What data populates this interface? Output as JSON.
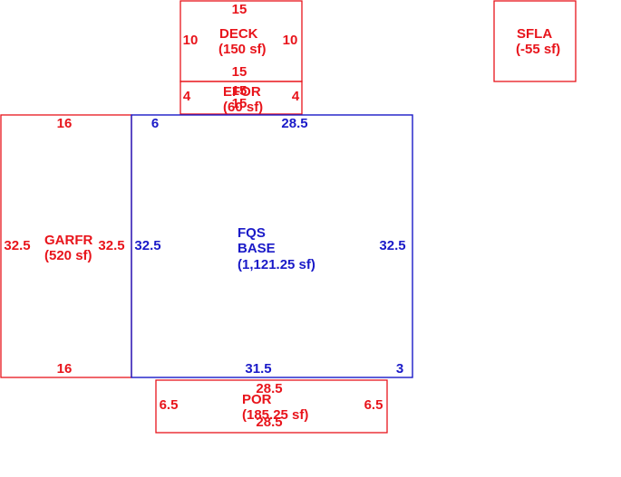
{
  "areas": {
    "deck": {
      "name": "DECK",
      "area": "(150 sf)",
      "dim_top": "15",
      "dim_bottom": "15",
      "dim_left": "10",
      "dim_right": "10"
    },
    "sfla": {
      "name": "SFLA",
      "area": "(-55 sf)"
    },
    "efor": {
      "name": "EFOR",
      "area": "(60 sf)",
      "dim_top": "15",
      "dim_bottom": "15",
      "dim_left": "4",
      "dim_right": "4"
    },
    "garfr": {
      "name": "GARFR",
      "area": "(520 sf)",
      "dim_top": "16",
      "dim_bottom": "16",
      "dim_left": "32.5",
      "dim_right": "32.5"
    },
    "base": {
      "name_line1": "FQS",
      "name_line2": "BASE",
      "area": "(1,121.25 sf)",
      "dim_top_left": "6",
      "dim_top": "28.5",
      "dim_left": "32.5",
      "dim_right": "32.5",
      "dim_bottom": "31.5",
      "dim_bottom_right": "3"
    },
    "por": {
      "name": "POR",
      "area": "(185.25 sf)",
      "dim_top": "28.5",
      "dim_bottom": "28.5",
      "dim_left": "6.5",
      "dim_right": "6.5"
    }
  },
  "colors": {
    "outline_red": "#e8141b",
    "outline_blue": "#1a1ac8"
  }
}
